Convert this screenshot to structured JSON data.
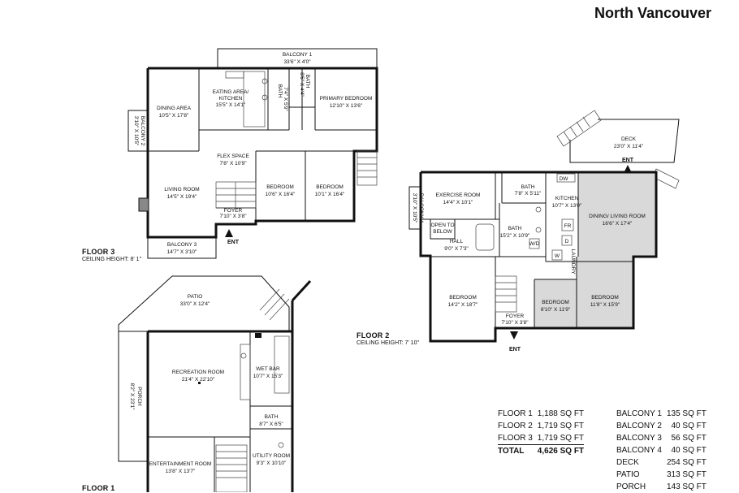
{
  "title": "North Vancouver",
  "floor3": {
    "name": "FLOOR 3",
    "ceiling": "CEILING HEIGHT: 8' 1\"",
    "entry": "ENT",
    "rooms": [
      {
        "name": "BALCONY 1",
        "dims": "33'6\" X 4'0\""
      },
      {
        "name": "EATING AREA/\nKITCHEN",
        "dims": "15'5\" X 14'1\""
      },
      {
        "name": "BATH",
        "dims": "7'4\" X 5'9\""
      },
      {
        "name": "BATH",
        "dims": "8'5\" X 4'4\""
      },
      {
        "name": "PRIMARY BEDROOM",
        "dims": "12'10\" X 13'6\""
      },
      {
        "name": "DINING AREA",
        "dims": "10'5\" X 17'8\""
      },
      {
        "name": "BALCONY 2",
        "dims": "3'10\" X 10'5\""
      },
      {
        "name": "FLEX SPACE",
        "dims": "7'8\" X 10'9\""
      },
      {
        "name": "LIVING ROOM",
        "dims": "14'5\" X 19'4\""
      },
      {
        "name": "BEDROOM",
        "dims": "10'6\" X 16'4\""
      },
      {
        "name": "BEDROOM",
        "dims": "10'1\" X 16'4\""
      },
      {
        "name": "FOYER",
        "dims": "7'10\" X 3'8\""
      },
      {
        "name": "BALCONY 3",
        "dims": "14'7\" X 3'10\""
      }
    ]
  },
  "floor2": {
    "name": "FLOOR 2",
    "ceiling": "CEILING HEIGHT: 7' 10\"",
    "entry_top": "ENT",
    "entry_bottom": "ENT",
    "rooms": [
      {
        "name": "DECK",
        "dims": "23'0\" X 11'4\""
      },
      {
        "name": "BALCONY 4",
        "dims": "3'10\" X 10'5\""
      },
      {
        "name": "EXERCISE ROOM",
        "dims": "14'4\" X 10'1\""
      },
      {
        "name": "BATH",
        "dims": "7'8\" X 5'11\""
      },
      {
        "name": "KITCHEN",
        "dims": "10'7\" X 13'0\""
      },
      {
        "name": "DINING/ LIVING ROOM",
        "dims": "16'6\" X 17'4\""
      },
      {
        "name": "OPEN TO\nBELOW",
        "dims": ""
      },
      {
        "name": "BATH",
        "dims": "15'2\" X 10'9\""
      },
      {
        "name": "HALL",
        "dims": "9'0\" X 7'3\""
      },
      {
        "name": "BEDROOM",
        "dims": "14'2\" X 18'7\""
      },
      {
        "name": "FOYER",
        "dims": "7'10\" X 3'8\""
      },
      {
        "name": "BEDROOM",
        "dims": "8'10\" X 11'9\""
      },
      {
        "name": "BEDROOM",
        "dims": "11'8\" X 15'9\""
      }
    ],
    "marks": {
      "dw": "DW",
      "fr": "FR",
      "d": "D",
      "w": "W",
      "laundry": "LAUNDRY",
      "wd": "W/D"
    }
  },
  "floor1": {
    "name": "FLOOR 1",
    "rooms": [
      {
        "name": "PATIO",
        "dims": "33'0\" X 12'4\""
      },
      {
        "name": "PORCH",
        "dims": "8'2\" X 23'1\""
      },
      {
        "name": "RECREATION ROOM",
        "dims": "21'4\" X 22'10\""
      },
      {
        "name": "WET BAR",
        "dims": "10'7\" X 15'3\""
      },
      {
        "name": "BATH",
        "dims": "8'7\" X 6'5\""
      },
      {
        "name": "UTILITY ROOM",
        "dims": "9'3\" X 10'10\""
      },
      {
        "name": "ENTERTAINMENT ROOM",
        "dims": "13'8\" X 13'7\""
      }
    ]
  },
  "areas_left": [
    {
      "label": "FLOOR 1",
      "value": "1,188 SQ FT"
    },
    {
      "label": "FLOOR 2",
      "value": "1,719 SQ FT"
    },
    {
      "label": "FLOOR 3",
      "value": "1,719 SQ FT"
    },
    {
      "label": "TOTAL",
      "value": "4,626 SQ FT"
    }
  ],
  "areas_right": [
    {
      "label": "BALCONY 1",
      "value": "135 SQ FT"
    },
    {
      "label": "BALCONY 2",
      "value": "40 SQ FT"
    },
    {
      "label": "BALCONY 3",
      "value": "56 SQ FT"
    },
    {
      "label": "BALCONY 4",
      "value": "40 SQ FT"
    },
    {
      "label": "DECK",
      "value": "254 SQ FT"
    },
    {
      "label": "PATIO",
      "value": "313 SQ FT"
    },
    {
      "label": "PORCH",
      "value": "143 SQ FT"
    }
  ]
}
